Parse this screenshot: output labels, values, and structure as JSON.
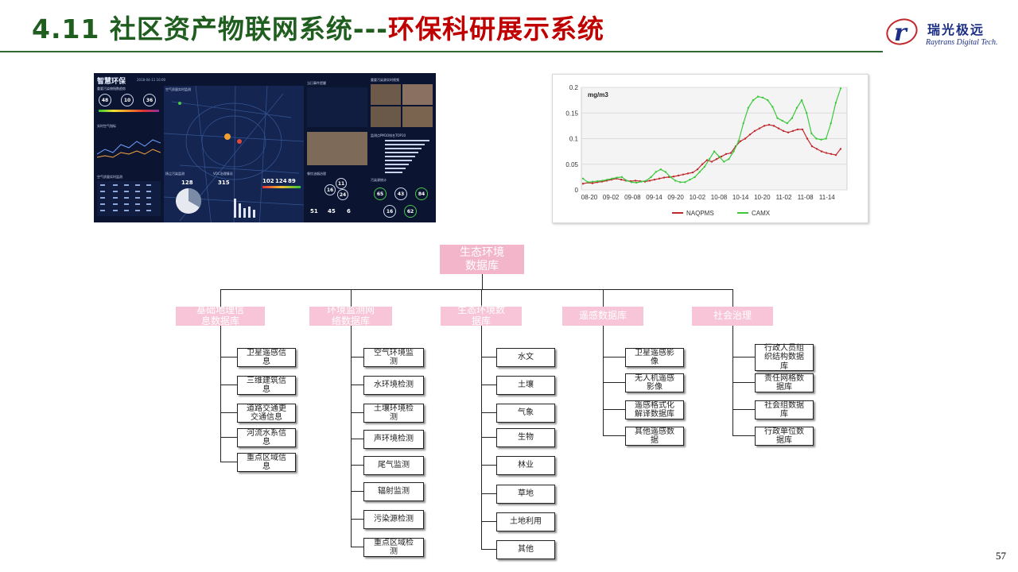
{
  "header": {
    "title_prefix": "4.11 社区资产物联网系统---",
    "title_highlight": "环保科研展示系统",
    "logo_name": "瑞光极远",
    "logo_sub": "Raytrans Digital Tech.",
    "logo_glyph": "r"
  },
  "page_number": "57",
  "dashboard": {
    "title": "智慧环保",
    "date": "2018-04-11 16:00",
    "aqi_label": "实时空气质量指数（AQI）",
    "aqi_values": [
      "48",
      "10",
      "36"
    ],
    "section_labels": [
      "重要污染物指数趋势",
      "实时空气指标",
      "空气质量实时监测",
      "当日事件提醒",
      "重要污染源实时视频",
      "监测点PM10排名TOP10",
      "扬尘污染监测",
      "VOC治理情况",
      "餐饮油烟治理",
      "智慧监测设备",
      "黄标车排放",
      "污染源统计"
    ],
    "numbers": [
      "128",
      "315",
      "102",
      "124",
      "89",
      "51",
      "45",
      "6",
      "11",
      "16",
      "24",
      "65",
      "43",
      "84",
      "16",
      "62"
    ]
  },
  "chart_data": {
    "type": "line",
    "ylabel": "mg/m3",
    "yticks": [
      "0",
      "0.05",
      "0.1",
      "0.15",
      "0.2"
    ],
    "ylim": [
      0,
      0.2
    ],
    "categories": [
      "08-20",
      "09-02",
      "09-08",
      "09-14",
      "09-20",
      "10-02",
      "10-08",
      "10-14",
      "10-20",
      "11-02",
      "11-08",
      "11-14"
    ],
    "series": [
      {
        "name": "NAQPMS",
        "color": "#c0282d",
        "values": [
          0.012,
          0.014,
          0.013,
          0.015,
          0.016,
          0.018,
          0.02,
          0.022,
          0.02,
          0.018,
          0.017,
          0.018,
          0.017,
          0.016,
          0.018,
          0.02,
          0.022,
          0.024,
          0.025,
          0.026,
          0.028,
          0.03,
          0.032,
          0.034,
          0.04,
          0.05,
          0.058,
          0.055,
          0.06,
          0.065,
          0.07,
          0.072,
          0.085,
          0.095,
          0.1,
          0.108,
          0.115,
          0.12,
          0.125,
          0.127,
          0.125,
          0.12,
          0.115,
          0.112,
          0.115,
          0.118,
          0.118,
          0.1,
          0.085,
          0.08,
          0.075,
          0.072,
          0.07,
          0.068,
          0.08
        ]
      },
      {
        "name": "CAMX",
        "color": "#3cc83c",
        "values": [
          0.022,
          0.015,
          0.016,
          0.017,
          0.018,
          0.02,
          0.022,
          0.024,
          0.025,
          0.018,
          0.015,
          0.014,
          0.016,
          0.018,
          0.025,
          0.035,
          0.04,
          0.035,
          0.025,
          0.018,
          0.015,
          0.015,
          0.02,
          0.025,
          0.035,
          0.045,
          0.06,
          0.075,
          0.065,
          0.055,
          0.06,
          0.075,
          0.095,
          0.13,
          0.16,
          0.175,
          0.182,
          0.18,
          0.175,
          0.162,
          0.14,
          0.135,
          0.13,
          0.14,
          0.16,
          0.175,
          0.15,
          0.11,
          0.1,
          0.098,
          0.1,
          0.13,
          0.17,
          0.198
        ]
      }
    ]
  },
  "tree": {
    "root": "生态环境\n数据库",
    "categories": [
      {
        "label": "基础地理信\n息数据库",
        "leaves": [
          "卫星遥感信\n息",
          "三维建筑信\n息",
          "道路交通更\n交通信息",
          "河流水系信\n息",
          "重点区域信\n息"
        ]
      },
      {
        "label": "环境监测网\n络数据库",
        "leaves": [
          "空气环境监\n测",
          "水环境检测",
          "土壤环境检\n测",
          "声环境检测",
          "尾气监测",
          "辐射监测",
          "污染源检测",
          "重点区域检\n测"
        ]
      },
      {
        "label": "生态环境数\n据库",
        "leaves": [
          "水文",
          "土壤",
          "气象",
          "生物",
          "林业",
          "草地",
          "土地利用",
          "其他"
        ]
      },
      {
        "label": "遥感数据库",
        "leaves": [
          "卫星遥感影\n像",
          "无人机遥感\n影像",
          "遥感格式化\n解译数据库",
          "其他遥感数\n据"
        ]
      },
      {
        "label": "社会治理",
        "leaves": [
          "行政人员组\n织结构数据\n库",
          "责任网格数\n据库",
          "社会组数据\n库",
          "行政单位数\n据库"
        ]
      }
    ]
  }
}
